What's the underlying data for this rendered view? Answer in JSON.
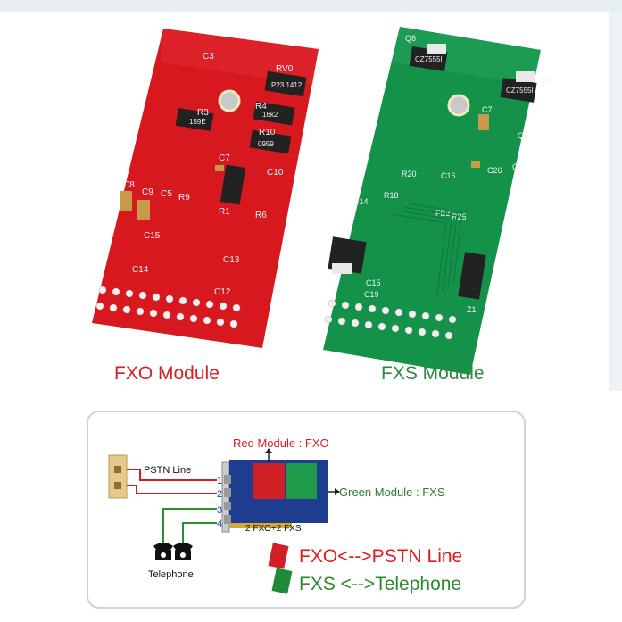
{
  "photo": {
    "fxo_caption": "FXO Module",
    "fxs_caption": "FXS Module",
    "fxo_color": "#d52027",
    "fxs_color": "#2f8a3e"
  },
  "diagram": {
    "red_module_label": "Red Module : FXO",
    "green_module_label": "Green Module : FXS",
    "pstn_line_label": "PSTN Line",
    "telephone_label": "Telephone",
    "card_label": "2 FXO+2 FXS",
    "port_numbers": [
      "1",
      "2",
      "3",
      "4"
    ],
    "legend": {
      "fxo": "FXO<-->PSTN Line",
      "fxs": "FXS <-->Telephone"
    },
    "icons": [
      "phone-jack-icon",
      "telephone-icon",
      "telephone-icon",
      "pci-card-icon",
      "arrow-up-icon",
      "arrow-right-icon"
    ]
  }
}
